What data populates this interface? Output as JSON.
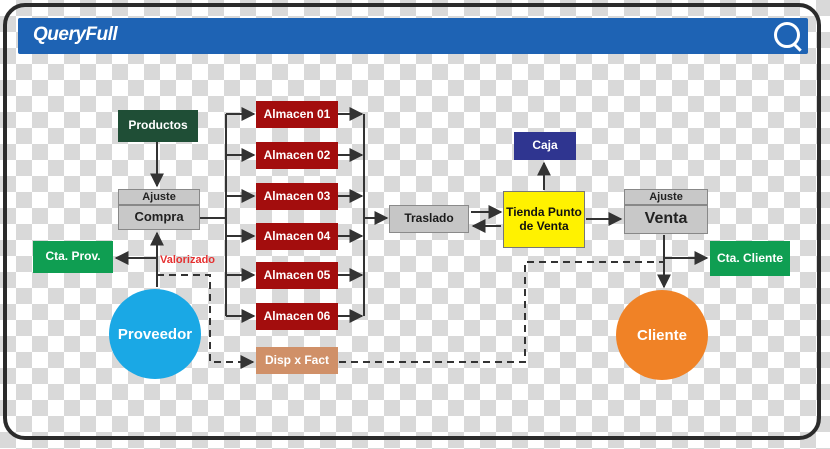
{
  "header": {
    "logo_text": "QueryFull",
    "brand_color": "#1e63b4"
  },
  "nodes": {
    "productos": "Productos",
    "ajuste_compra": "Ajuste",
    "compra": "Compra",
    "cta_prov": "Cta. Prov.",
    "valorizado": "Valorizado",
    "proveedor": "Proveedor",
    "almacenes": [
      "Almacen 01",
      "Almacen 02",
      "Almacen 03",
      "Almacen 04",
      "Almacen 05",
      "Almacen 06"
    ],
    "disp_fact": "Disp x Fact",
    "traslado": "Traslado",
    "caja": "Caja",
    "tienda": "Tienda Punto de Venta",
    "ajuste_venta": "Ajuste",
    "venta": "Venta",
    "cta_cliente": "Cta. Cliente",
    "cliente": "Cliente"
  },
  "colors": {
    "productos": "#1f4e36",
    "almacen": "#a30d0d",
    "caja": "#2f3590",
    "cta": "#0f9e52",
    "tienda": "#fff200",
    "disp": "#d09068",
    "proveedor": "#1aa8e5",
    "cliente": "#f08226",
    "valorizado": "#e53030"
  }
}
